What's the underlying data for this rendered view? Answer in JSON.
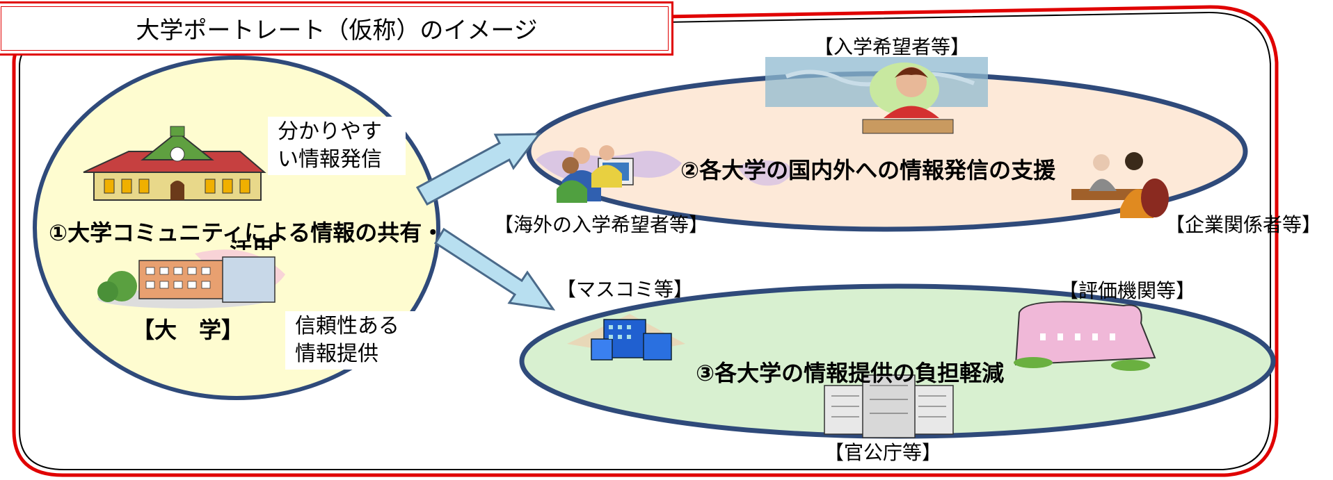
{
  "title": "大学ポートレート（仮称）のイメージ",
  "left_circle": {
    "callout_top": [
      "分かりやす",
      "い情報発信"
    ],
    "main_label": "①大学コミュニティによる情報の共有・",
    "main_label_cont": "活用",
    "university_label": "【大　学】",
    "callout_bottom": [
      "信頼性ある",
      "情報提供"
    ]
  },
  "upper_ellipse": {
    "main_label": "②各大学の国内外への情報発信の支援",
    "stakeholders": {
      "prospective_students": "【入学希望者等】",
      "overseas_students": "【海外の入学希望者等】",
      "companies": "【企業関係者等】"
    }
  },
  "lower_ellipse": {
    "main_label": "③各大学の情報提供の負担軽減",
    "stakeholders": {
      "media": "【マスコミ等】",
      "evaluation": "【評価機関等】",
      "government": "【官公庁等】"
    }
  },
  "colors": {
    "frame": "#e00000",
    "ellipse_stroke": "#2f4a7a",
    "left_fill": "#fefcd0",
    "upper_fill": "#fde9d8",
    "lower_fill": "#d8f0d0",
    "arrow_fill": "#b8dff0",
    "arrow_stroke": "#4a6a8a"
  }
}
